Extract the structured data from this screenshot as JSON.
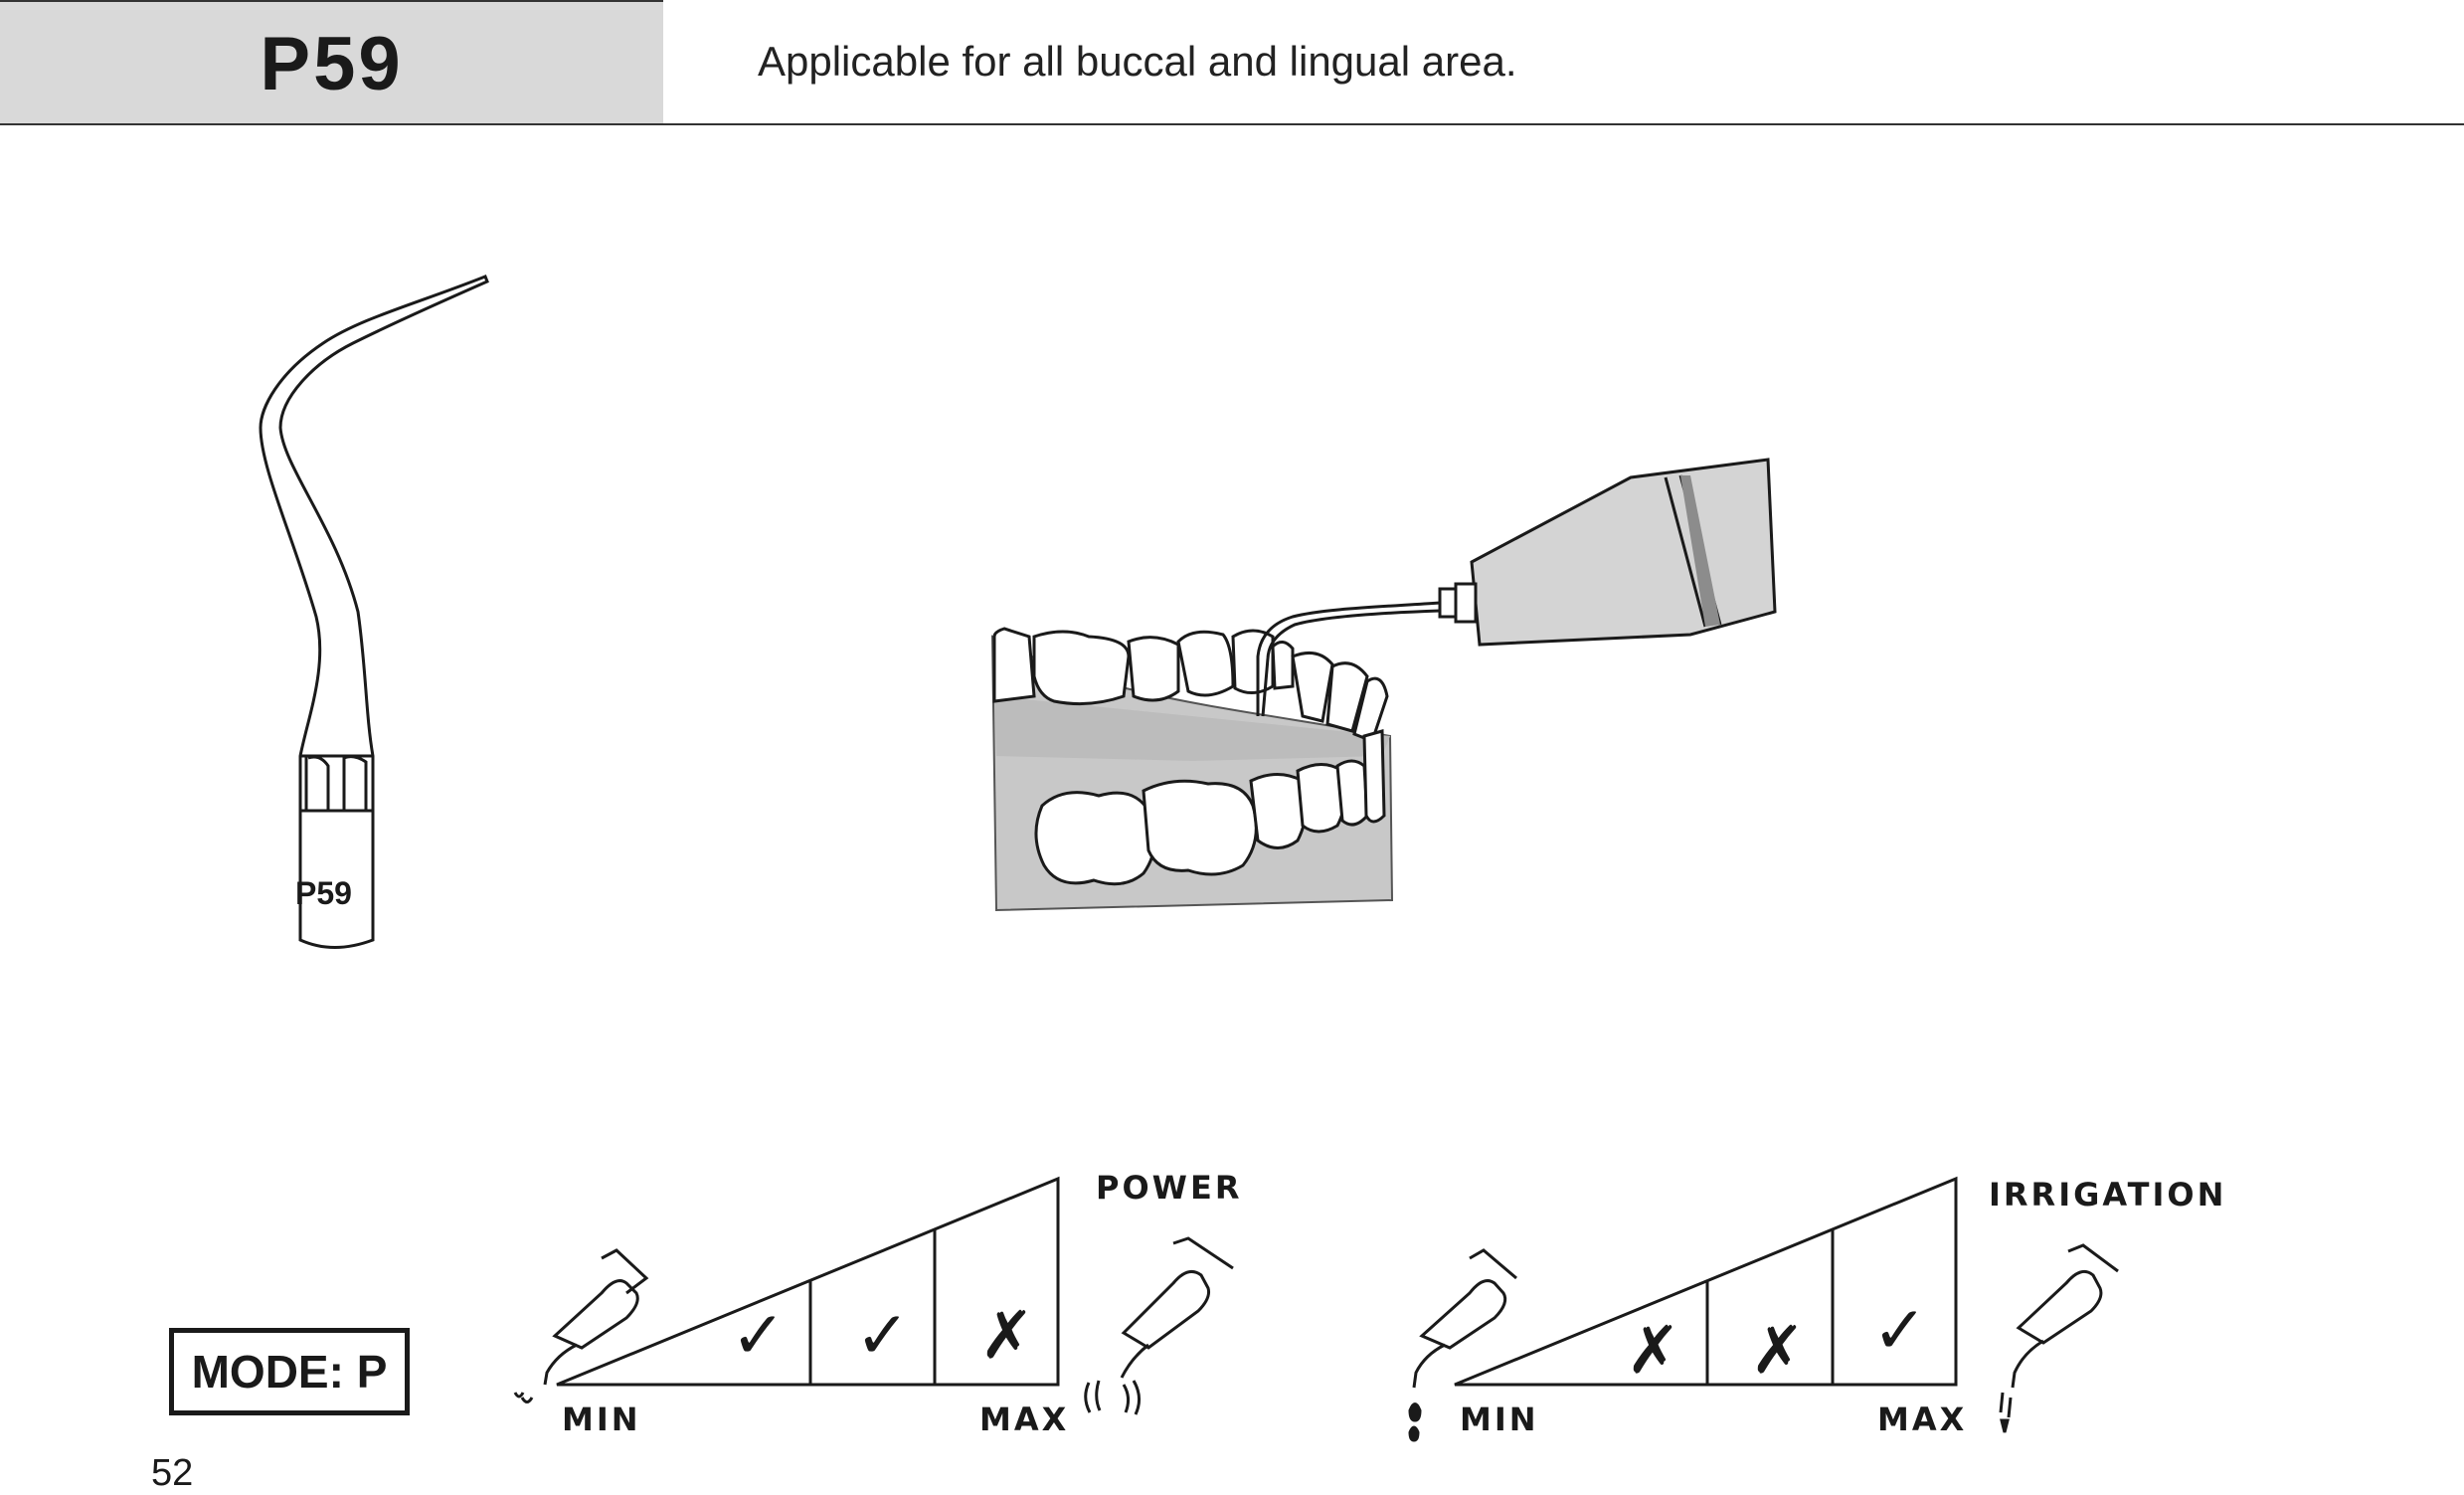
{
  "header": {
    "code": "P59",
    "description": "Applicable for all buccal and lingual area."
  },
  "tip_illustration": {
    "label": "P59",
    "icon": "scaler-tip-icon"
  },
  "usage_illustration": {
    "icon": "handpiece-on-teeth-icon"
  },
  "mode": {
    "label": "MODE: P"
  },
  "power_scale": {
    "title": "POWER",
    "min_label": "MIN",
    "max_label": "MAX",
    "marks": [
      "✓",
      "✓",
      "✗"
    ],
    "min_icon": "handpiece-low-vibration-icon",
    "max_icon": "handpiece-high-vibration-icon"
  },
  "irrigation_scale": {
    "title": "IRRIGATION",
    "min_label": "MIN",
    "max_label": "MAX",
    "marks": [
      "✗",
      "✗",
      "✓"
    ],
    "min_icon": "handpiece-drip-icon",
    "max_icon": "handpiece-stream-icon"
  },
  "page_number": "52"
}
